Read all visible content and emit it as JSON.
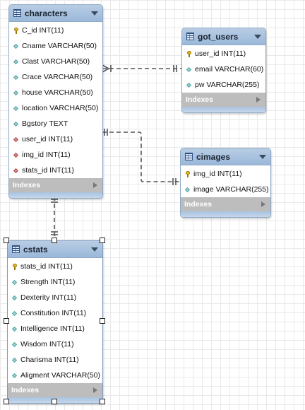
{
  "diagram": {
    "tables": [
      {
        "id": "characters",
        "name": "characters",
        "footer": "Indexes",
        "columns": [
          {
            "text": "C_id INT(11)",
            "icon": "primary-key-icon"
          },
          {
            "text": "Cname VARCHAR(50)",
            "icon": "column-icon"
          },
          {
            "text": "Clast VARCHAR(50)",
            "icon": "column-icon"
          },
          {
            "text": "Crace VARCHAR(50)",
            "icon": "column-icon"
          },
          {
            "text": "house VARCHAR(50)",
            "icon": "column-icon"
          },
          {
            "text": "location VARCHAR(50)",
            "icon": "column-icon"
          },
          {
            "text": "Bgstory TEXT",
            "icon": "column-icon"
          },
          {
            "text": "user_id INT(11)",
            "icon": "foreign-key-icon"
          },
          {
            "text": "img_id INT(11)",
            "icon": "foreign-key-icon"
          },
          {
            "text": "stats_id INT(11)",
            "icon": "foreign-key-icon"
          }
        ]
      },
      {
        "id": "got_users",
        "name": "got_users",
        "footer": "Indexes",
        "columns": [
          {
            "text": "user_id INT(11)",
            "icon": "primary-key-icon"
          },
          {
            "text": "email VARCHAR(60)",
            "icon": "column-icon"
          },
          {
            "text": "pw VARCHAR(255)",
            "icon": "column-icon"
          }
        ]
      },
      {
        "id": "cimages",
        "name": "cimages",
        "footer": "Indexes",
        "columns": [
          {
            "text": "img_id INT(11)",
            "icon": "primary-key-icon"
          },
          {
            "text": "image VARCHAR(255)",
            "icon": "column-icon"
          }
        ]
      },
      {
        "id": "cstats",
        "name": "cstats",
        "footer": "Indexes",
        "selected": true,
        "columns": [
          {
            "text": "stats_id INT(11)",
            "icon": "primary-key-icon"
          },
          {
            "text": "Strength INT(11)",
            "icon": "column-icon"
          },
          {
            "text": "Dexterity INT(11)",
            "icon": "column-icon"
          },
          {
            "text": "Constitution INT(11)",
            "icon": "column-icon"
          },
          {
            "text": "Intelligence INT(11)",
            "icon": "column-icon"
          },
          {
            "text": "Wisdom INT(11)",
            "icon": "column-icon"
          },
          {
            "text": "Charisma INT(11)",
            "icon": "column-icon"
          },
          {
            "text": "Aligment VARCHAR(50)",
            "icon": "column-icon"
          }
        ]
      }
    ],
    "relationships": [
      {
        "from": "characters",
        "to": "got_users",
        "from_end": "many",
        "to_end": "one"
      },
      {
        "from": "characters",
        "to": "cimages",
        "from_end": "one",
        "to_end": "one"
      },
      {
        "from": "characters",
        "to": "cstats",
        "from_end": "one",
        "to_end": "one"
      }
    ],
    "colors": {
      "header": "#9ab8da",
      "footer": "#bdbdbd",
      "connector": "#555555"
    }
  }
}
